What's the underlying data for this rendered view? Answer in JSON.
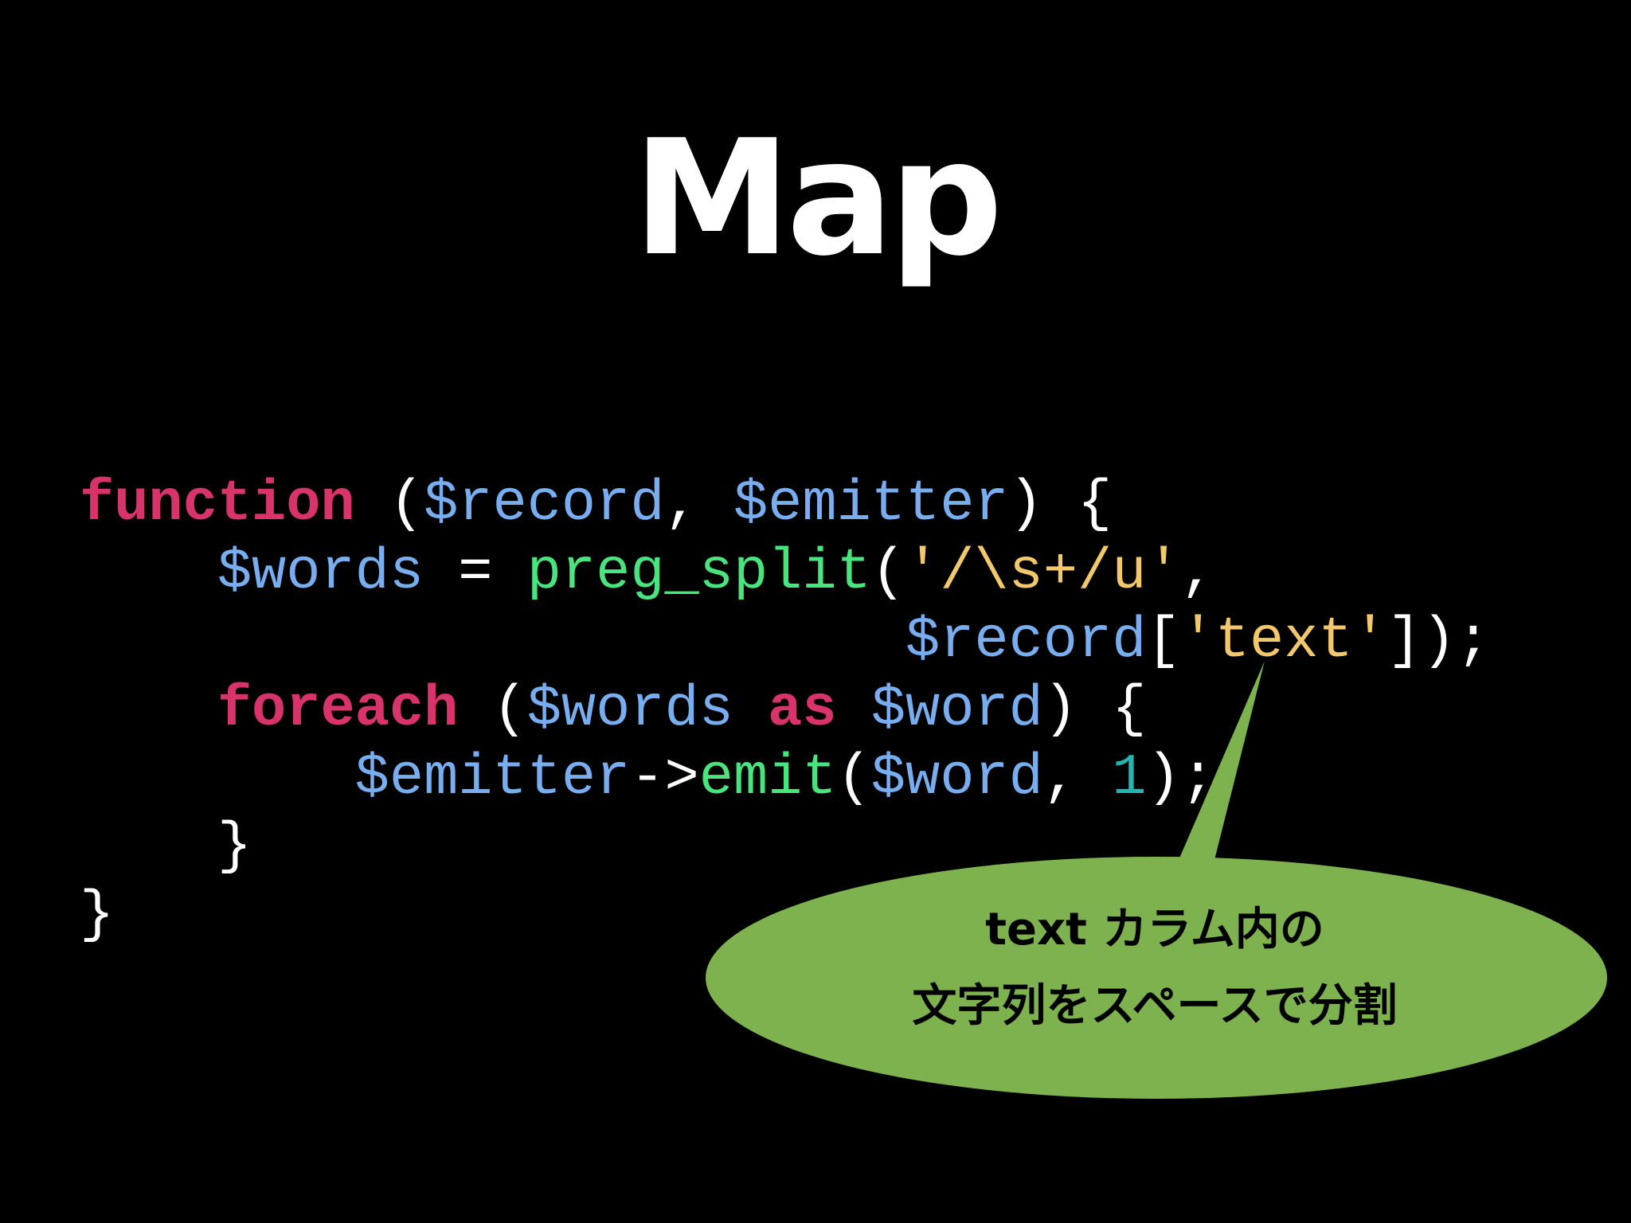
{
  "slide": {
    "title": "Map"
  },
  "code": {
    "line1": {
      "kw": "function",
      "open": " (",
      "v1": "$record",
      "comma": ", ",
      "v2": "$emitter",
      "close": ") {"
    },
    "line2": {
      "indent": "    ",
      "v1": "$words",
      "eq": " = ",
      "fn": "preg_split",
      "open": "(",
      "str": "'/\\s+/u'",
      "comma": ","
    },
    "line3": {
      "indent": "                        ",
      "v1": "$record",
      "open": "[",
      "str": "'text'",
      "close": "]);"
    },
    "line4": {
      "indent": "    ",
      "kw": "foreach",
      "open": " (",
      "v1": "$words",
      "sp1": " ",
      "kw2": "as",
      "sp2": " ",
      "v2": "$word",
      "close": ") {"
    },
    "line5": {
      "indent": "        ",
      "v1": "$emitter",
      "arrow": "->",
      "fn": "emit",
      "open": "(",
      "v2": "$word",
      "comma": ", ",
      "num": "1",
      "close": ");"
    },
    "line6": {
      "indent": "    ",
      "brace": "}"
    },
    "line7": {
      "brace": "}"
    }
  },
  "callout": {
    "line1": "text カラム内の",
    "line2": "文字列をスペースで分割",
    "fill_color": "#7db24e"
  },
  "colors": {
    "background": "#000000",
    "keyword": "#d8336a",
    "variable": "#78aef0",
    "function": "#48e57e",
    "string": "#f2c86a",
    "number": "#23b6b0"
  }
}
